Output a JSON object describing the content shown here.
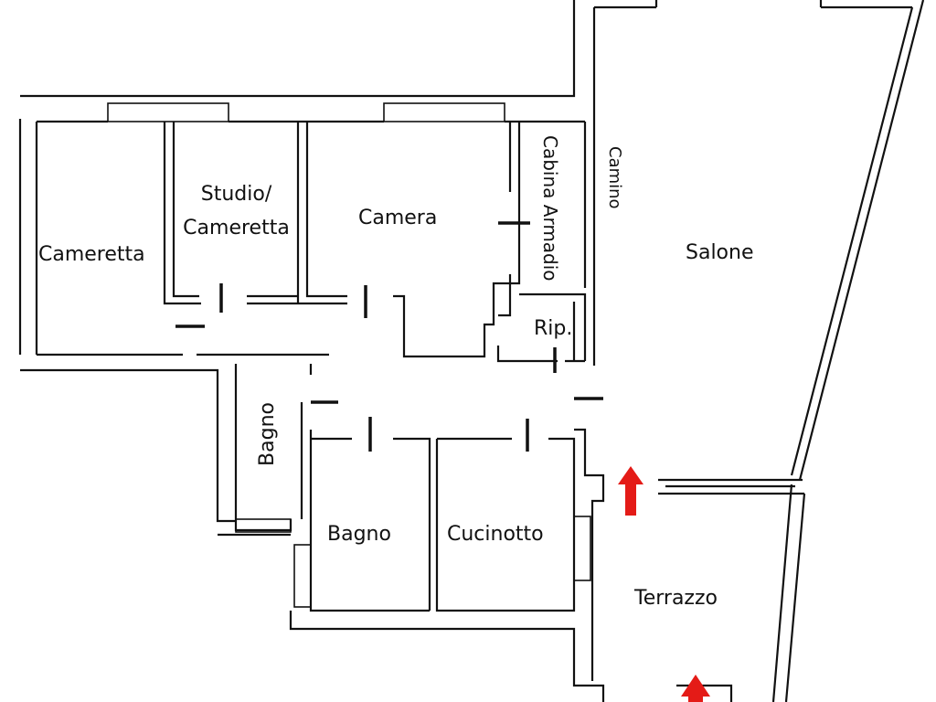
{
  "rooms": {
    "cameretta": "Cameretta",
    "studio_line1": "Studio/",
    "studio_line2": "Cameretta",
    "camera": "Camera",
    "cabina_armadio": "Cabina Armadio",
    "camino": "Camino",
    "salone": "Salone",
    "ripostiglio": "Rip.",
    "bagno_small": "Bagno",
    "bagno": "Bagno",
    "cucinotto": "Cucinotto",
    "terrazzo": "Terrazzo"
  },
  "colors": {
    "wall": "#111111",
    "background": "#ffffff",
    "arrow": "#e41b17"
  },
  "icons": [
    "entrance-arrow-icon",
    "terrace-access-arrow-icon"
  ]
}
